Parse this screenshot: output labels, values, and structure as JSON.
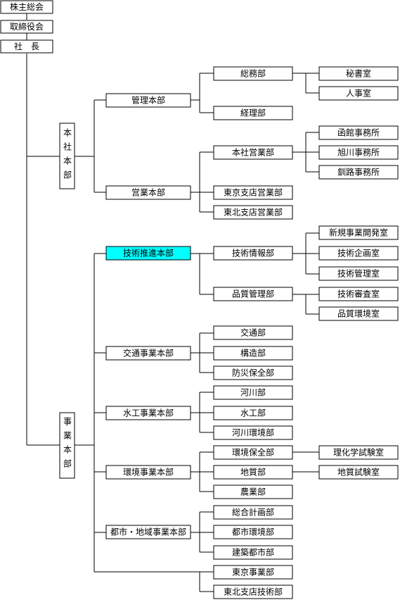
{
  "chart": {
    "shareholders": "株主総会",
    "board": "取締役会",
    "president": "社　長",
    "headquarters": {
      "label": "本社本部",
      "mgmt": {
        "label": "管理本部",
        "general_affairs": "総務部",
        "secretary": "秘書室",
        "personnel": "人事室",
        "accounting": "経理部"
      },
      "sales": {
        "label": "営業本部",
        "hq_sales": "本社営業部",
        "hakodate": "函館事務所",
        "asahikawa": "旭川事務所",
        "kushiro": "釧路事務所",
        "tokyo_sales": "東京支店営業部",
        "tohoku_sales": "東北支店営業部"
      }
    },
    "business": {
      "label": "事業本部",
      "tech": {
        "label": "技術推進本部",
        "highlight_color": "#00ffff",
        "tech_info": "技術情報部",
        "new_business": "新規事業開発室",
        "tech_planning": "技術企画室",
        "tech_mgmt": "技術管理室",
        "quality_mgmt": "品質管理部",
        "tech_review": "技術審査室",
        "quality_env": "品質環境室"
      },
      "traffic": {
        "label": "交通事業本部",
        "traffic_dept": "交通部",
        "structure": "構造部",
        "disaster": "防災保全部"
      },
      "water": {
        "label": "水工事業本部",
        "river": "河川部",
        "hydraulic": "水工部",
        "river_env": "河川環境部"
      },
      "env": {
        "label": "環境事業本部",
        "env_conservation": "環境保全部",
        "chem_lab": "理化学試験室",
        "geology": "地質部",
        "geo_lab": "地質試験室",
        "agriculture": "農業部"
      },
      "urban": {
        "label": "都市・地域事業本部",
        "planning": "総合計画部",
        "urban_env": "都市環境部",
        "architecture": "建築都市部"
      },
      "tokyo_business": "東京事業部",
      "tohoku_tech": "東北支店技術部"
    }
  }
}
